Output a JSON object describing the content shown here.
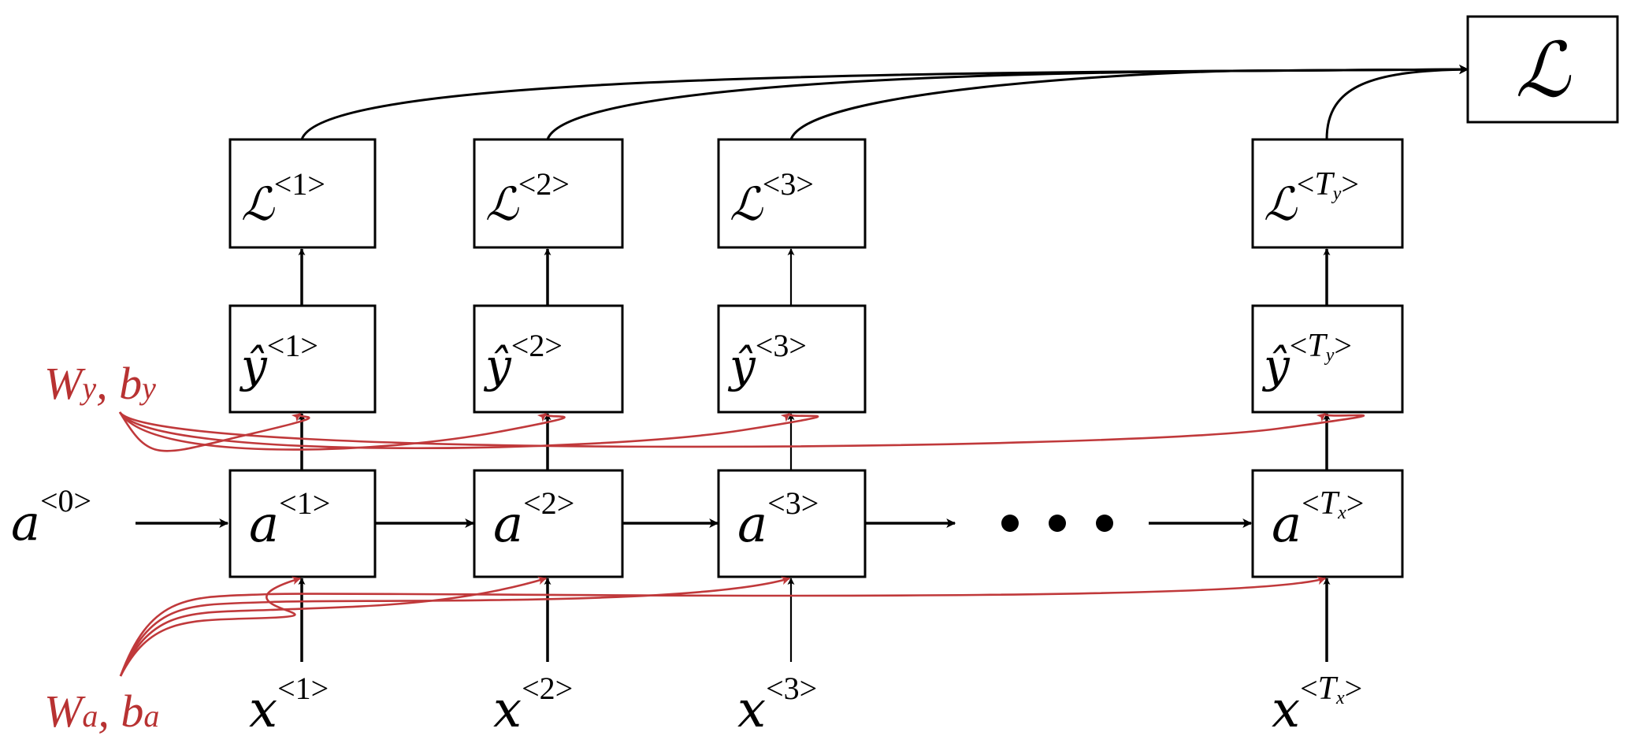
{
  "diagram": {
    "title": "RNN forward propagation with per-step losses",
    "colors": {
      "stroke": "#000000",
      "parameter": "#c0393b",
      "parameter_text": "#b83232",
      "background": "#ffffff"
    },
    "total_loss": {
      "symbol": "ℒ"
    },
    "initial_activation": {
      "base": "a",
      "sup": "<0>"
    },
    "ellipsis": "• • •",
    "timesteps": [
      {
        "loss": {
          "base": "ℒ",
          "sup": "<1>"
        },
        "yhat": {
          "base": "ŷ",
          "sup": "<1>"
        },
        "act": {
          "base": "a",
          "sup": "<1>"
        },
        "input": {
          "base": "x",
          "sup": "<1>"
        }
      },
      {
        "loss": {
          "base": "ℒ",
          "sup": "<2>"
        },
        "yhat": {
          "base": "ŷ",
          "sup": "<2>"
        },
        "act": {
          "base": "a",
          "sup": "<2>"
        },
        "input": {
          "base": "x",
          "sup": "<2>"
        }
      },
      {
        "loss": {
          "base": "ℒ",
          "sup": "<3>"
        },
        "yhat": {
          "base": "ŷ",
          "sup": "<3>"
        },
        "act": {
          "base": "a",
          "sup": "<3>"
        },
        "input": {
          "base": "x",
          "sup": "<3>"
        }
      },
      {
        "loss": {
          "base": "ℒ",
          "sup_open": "<",
          "sup_T": "T",
          "sup_sub": "y",
          "sup_close": ">"
        },
        "yhat": {
          "base": "ŷ",
          "sup_open": "<",
          "sup_T": "T",
          "sup_sub": "y",
          "sup_close": ">"
        },
        "act": {
          "base": "a",
          "sup_open": "<",
          "sup_T": "T",
          "sup_sub": "x",
          "sup_close": ">"
        },
        "input": {
          "base": "x",
          "sup_open": "<",
          "sup_T": "T",
          "sup_sub": "x",
          "sup_close": ">"
        }
      }
    ],
    "params": {
      "output": {
        "W": "W",
        "W_sub": "y",
        "sep": ", ",
        "b": "b",
        "b_sub": "y"
      },
      "recurrent": {
        "W": "W",
        "W_sub": "a",
        "sep": ", ",
        "b": "b",
        "b_sub": "a"
      }
    }
  }
}
